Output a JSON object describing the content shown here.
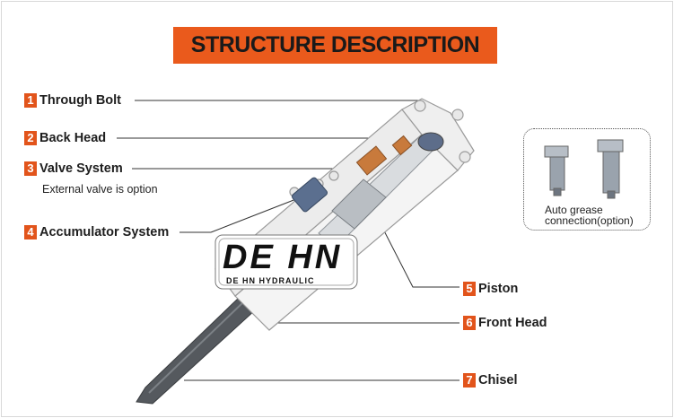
{
  "title": "STRUCTURE DESCRIPTION",
  "labels": [
    {
      "num": "1",
      "text": "Through Bolt"
    },
    {
      "num": "2",
      "text": "Back Head"
    },
    {
      "num": "3",
      "text": "Valve System"
    },
    {
      "num": "4",
      "text": "Accumulator System"
    },
    {
      "num": "5",
      "text": "Piston"
    },
    {
      "num": "6",
      "text": "Front Head"
    },
    {
      "num": "7",
      "text": "Chisel"
    }
  ],
  "valve_note": "External valve is option",
  "grease": {
    "line1": "Auto grease",
    "line2": "connection(option)"
  },
  "logo": {
    "main": "DE HN",
    "sub": "DE HN HYDRAULIC"
  },
  "colors": {
    "accent": "#ea5a1c",
    "number_badge": "#e2541b",
    "body": "#f4f4f4",
    "chisel": "#55595e",
    "copper": "#c87a3c"
  }
}
